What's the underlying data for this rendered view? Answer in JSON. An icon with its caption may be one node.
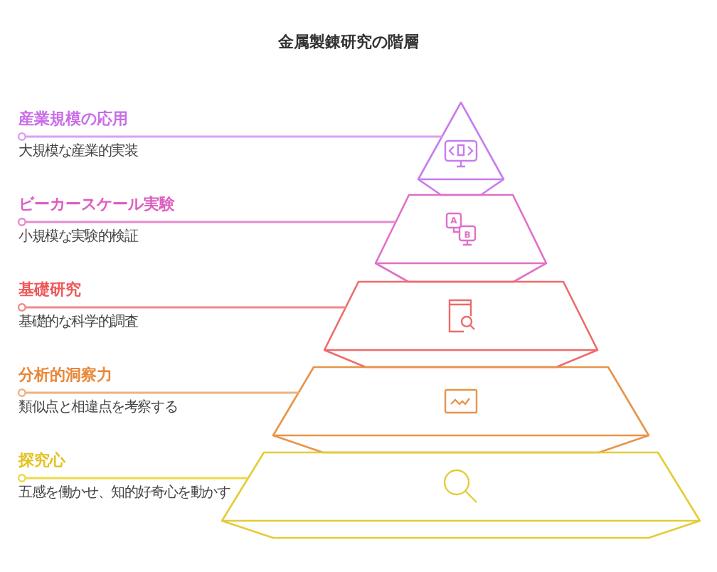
{
  "diagram": {
    "title": "金属製錬研究の階層",
    "nodes": [
      {
        "text": [
          "産業規模の応用",
          "大規模な産業的実装"
        ]
      },
      {
        "text": [
          "ビーカースケール実験",
          "小規模な実験的検証"
        ]
      },
      {
        "text": [
          "基礎研究",
          "基礎的な科学的調査"
        ]
      },
      {
        "text": [
          "分析的洞察力",
          "類似点と相違点を考察する"
        ]
      },
      {
        "text": [
          "探究心",
          "五感を働かせ、知的好奇心を動かす"
        ]
      },
      {
        "text": [],
        "shape": "triangle"
      },
      {
        "text": [],
        "shape": "trapezoid"
      },
      {
        "text": [],
        "shape": "trapezoid"
      },
      {
        "text": [],
        "shape": "trapezoid"
      },
      {
        "text": [],
        "shape": "trapezoid"
      }
    ],
    "edges": [
      {
        "from": 0,
        "to": 5,
        "arrow": "other",
        "color": "#d9a0f0"
      },
      {
        "from": 1,
        "to": 6,
        "arrow": "other",
        "color": "#e88ad0"
      },
      {
        "from": 2,
        "to": 7,
        "arrow": "other",
        "color": "#f08a8a"
      },
      {
        "from": 3,
        "to": 8,
        "arrow": "other",
        "color": "#f0b080"
      },
      {
        "from": 4,
        "to": 9,
        "arrow": "other",
        "color": "#ecd84a"
      }
    ],
    "labels": [
      "A",
      "B"
    ]
  }
}
